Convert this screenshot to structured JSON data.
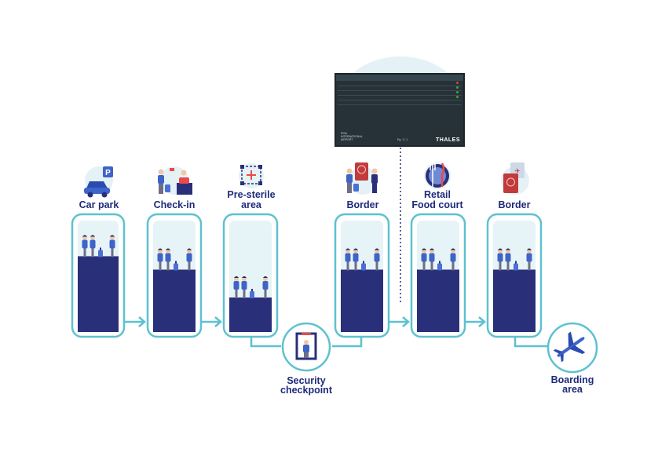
{
  "stages": {
    "car_park": "Car park",
    "check_in": "Check-in",
    "pre_sterile": [
      "Pre-sterile",
      "area"
    ],
    "security": [
      "Security",
      "checkpoint"
    ],
    "border_1": "Border",
    "retail": [
      "Retail",
      "Food court"
    ],
    "border_2": "Border",
    "boarding": [
      "Boarding",
      "area"
    ]
  },
  "board": {
    "footer_left": "PISA INTERNATIONAL AIRPORT",
    "footer_page": "Pg. 1 / 1",
    "brand": "THALES"
  },
  "queues": {
    "car_park": 0.68,
    "check_in": 0.56,
    "pre_sterile": 0.31,
    "border_1": 0.56,
    "retail": 0.56,
    "border_2": 0.56
  },
  "colors": {
    "navy": "#2a2f7a",
    "teal": "#5ec1d0",
    "light_fill": "#e7f4f7",
    "person_shirt": "#3f64c8",
    "person_pants": "#6e6e86",
    "person_hair": "#1e2a60"
  }
}
